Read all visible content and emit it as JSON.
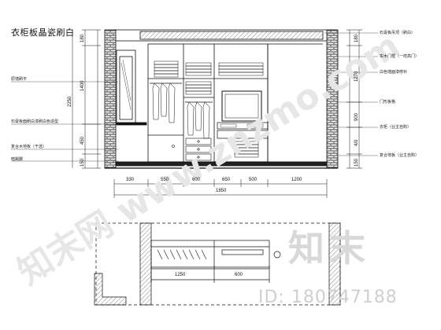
{
  "title": "衣柜板晶瓷刷白",
  "elevation": {
    "left_labels": [
      "原墙刷平",
      "石膏板面刷白漆刷白色造型",
      "复合木地板（干选）",
      "暗踢脚"
    ],
    "right_labels": [
      "石膏板吊顶（刷白）",
      "实木门框（一样高门）",
      "白色墙面漆修补",
      "门形板格",
      "衣柜（业主自购）",
      "复合地板（业主自购）"
    ],
    "height_dims": [
      "180",
      "1400",
      "2250",
      "450",
      "150"
    ],
    "right_dims": [
      "180",
      "1270",
      "900",
      "4/0",
      "150"
    ],
    "width_dims": [
      "330",
      "550",
      "600",
      "650",
      "500",
      "1200"
    ],
    "total_width": "1850"
  },
  "plan": {
    "dims": [
      "1250",
      "600"
    ]
  },
  "watermark": {
    "logo": "知末",
    "id": "ID: 180747188",
    "diagonal": "知末网 www.znzmo.com"
  }
}
